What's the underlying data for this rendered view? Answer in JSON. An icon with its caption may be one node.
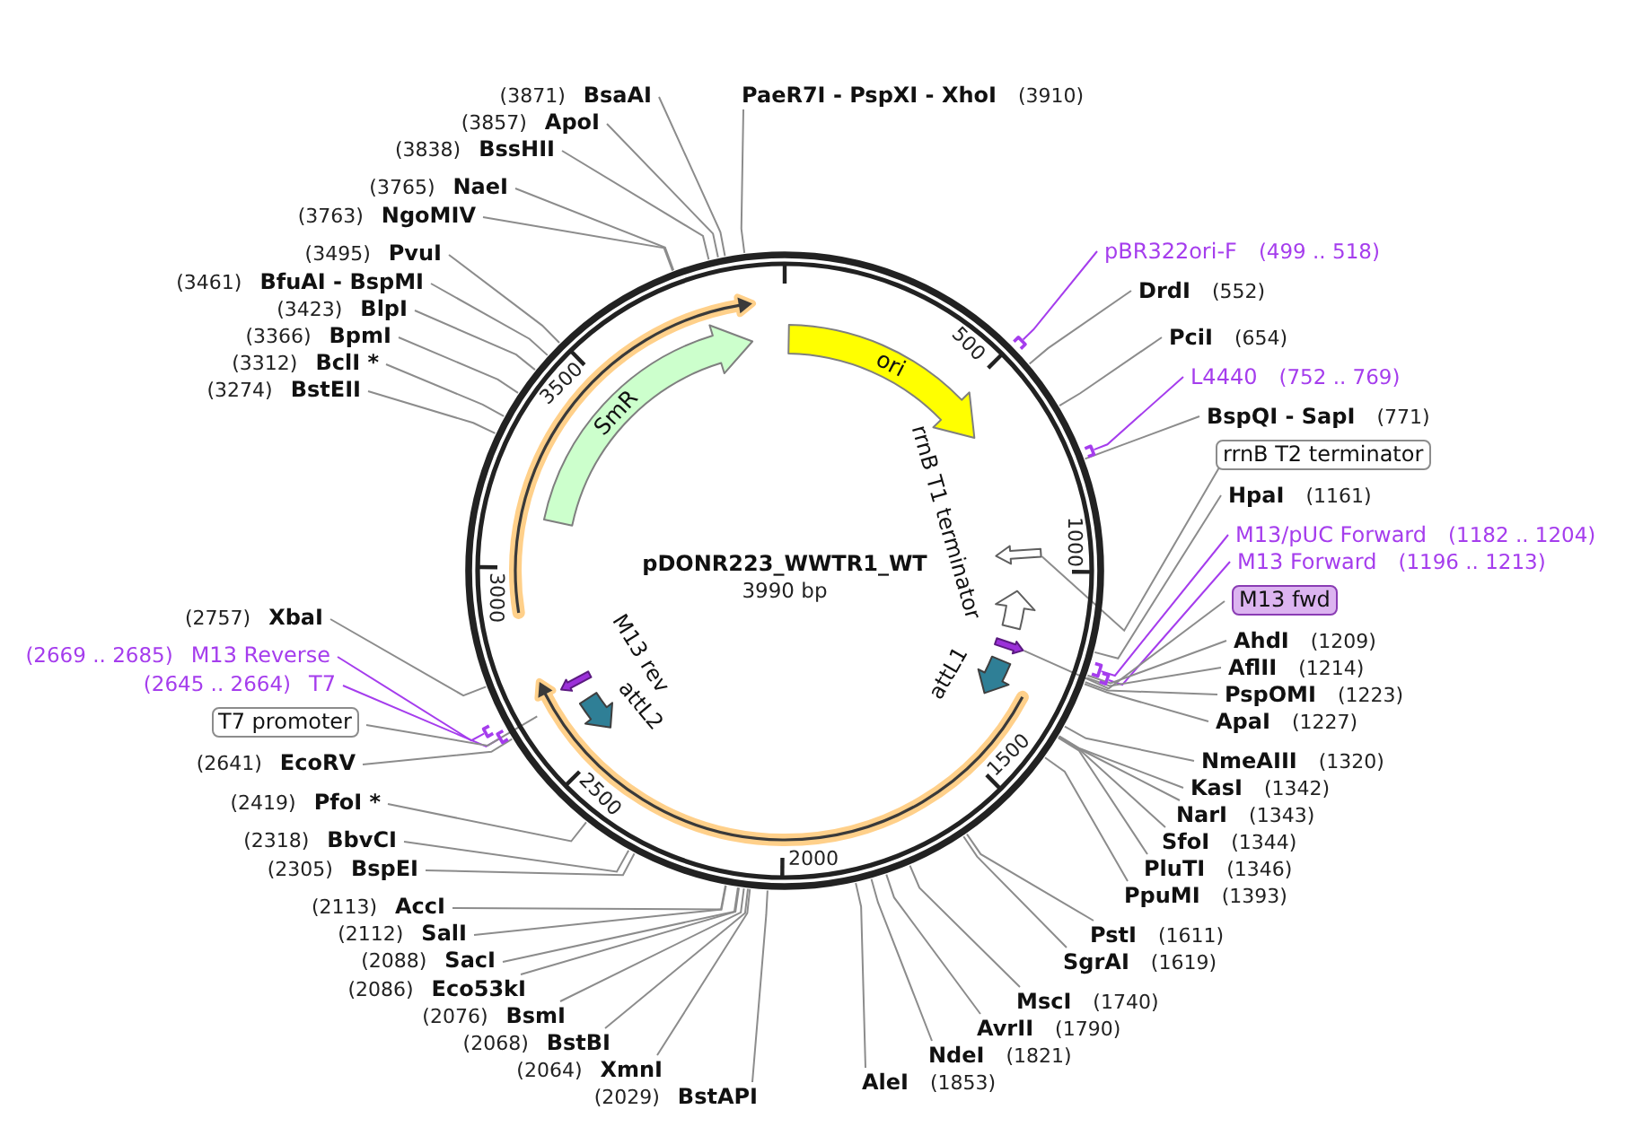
{
  "diagram": {
    "nodes": [
      {
        "text": [
          "pDONR223_WWTR1_WT",
          "3990 bp"
        ]
      },
      {
        "text": [
          "ori"
        ],
        "in": 0
      },
      {
        "text": [
          "rrnB T1 terminator"
        ],
        "in": 0
      },
      {
        "text": [],
        "shape": "arrow",
        "in": 0
      },
      {
        "text": [],
        "shape": "arrow",
        "in": 0
      },
      {
        "text": [
          "attL1"
        ],
        "in": 0
      },
      {
        "text": [
          "attL2"
        ],
        "in": 0
      },
      {
        "text": [
          "M13 rev"
        ],
        "in": 0
      },
      {
        "text": [
          "SmR"
        ],
        "in": 0
      },
      {
        "text": [
          "PaeR7I - PspXI - XhoI",
          "(3910)"
        ]
      },
      {
        "text": [
          "pBR322ori-F",
          "(499 .. 518)"
        ]
      },
      {
        "text": [
          "DrdI",
          "(552)"
        ]
      },
      {
        "text": [
          "PciI",
          "(654)"
        ]
      },
      {
        "text": [
          "L4440",
          "(752 .. 769)"
        ]
      },
      {
        "text": [
          "BspQI - SapI",
          "(771)"
        ]
      },
      {
        "text": [
          "rrnB T2 terminator"
        ]
      },
      {
        "text": [
          "HpaI",
          "(1161)"
        ]
      },
      {
        "text": [
          "M13/pUC Forward",
          "(1182 .. 1204)"
        ]
      },
      {
        "text": [
          "M13 Forward",
          "(1196 .. 1213)"
        ]
      },
      {
        "text": [
          "M13 fwd"
        ]
      },
      {
        "text": [
          "AhdI",
          "(1209)"
        ]
      },
      {
        "text": [
          "AflII",
          "(1214)"
        ]
      },
      {
        "text": [
          "PspOMI",
          "(1223)"
        ]
      },
      {
        "text": [
          "ApaI",
          "(1227)"
        ]
      },
      {
        "text": [
          "NmeAIII",
          "(1320)"
        ]
      },
      {
        "text": [
          "KasI",
          "(1342)"
        ]
      },
      {
        "text": [
          "NarI",
          "(1343)"
        ]
      },
      {
        "text": [
          "SfoI",
          "(1344)"
        ]
      },
      {
        "text": [
          "PluTI",
          "(1346)"
        ]
      },
      {
        "text": [
          "PpuMI",
          "(1393)"
        ]
      },
      {
        "text": [
          "PstI",
          "(1611)"
        ]
      },
      {
        "text": [
          "SgrAI",
          "(1619)"
        ]
      },
      {
        "text": [
          "MscI",
          "(1740)"
        ]
      },
      {
        "text": [
          "AvrII",
          "(1790)"
        ]
      },
      {
        "text": [
          "NdeI",
          "(1821)"
        ]
      },
      {
        "text": [
          "AleI",
          "(1853)"
        ]
      },
      {
        "text": [
          "(3871)",
          "BsaAI"
        ]
      },
      {
        "text": [
          "(3857)",
          "ApoI"
        ]
      },
      {
        "text": [
          "(3838)",
          "BssHII"
        ]
      },
      {
        "text": [
          "(3765)",
          "NaeI"
        ]
      },
      {
        "text": [
          "(3763)",
          "NgoMIV"
        ]
      },
      {
        "text": [
          "(3495)",
          "PvuI"
        ]
      },
      {
        "text": [
          "(3461)",
          "BfuAI - BspMI"
        ]
      },
      {
        "text": [
          "(3423)",
          "BlpI"
        ]
      },
      {
        "text": [
          "(3366)",
          "BpmI"
        ]
      },
      {
        "text": [
          "(3312)",
          "BclI *"
        ]
      },
      {
        "text": [
          "(3274)",
          "BstEII"
        ]
      },
      {
        "text": [
          "(2757)",
          "XbaI"
        ]
      },
      {
        "text": [
          "(2669 .. 2685)",
          "M13 Reverse"
        ]
      },
      {
        "text": [
          "(2645 .. 2664)",
          "T7"
        ]
      },
      {
        "text": [
          "T7 promoter"
        ]
      },
      {
        "text": [
          "(2641)",
          "EcoRV"
        ]
      },
      {
        "text": [
          "(2419)",
          "PfoI *"
        ]
      },
      {
        "text": [
          "(2318)",
          "BbvCI"
        ]
      },
      {
        "text": [
          "(2305)",
          "BspEI"
        ]
      },
      {
        "text": [
          "(2113)",
          "AccI"
        ]
      },
      {
        "text": [
          "(2112)",
          "SalI"
        ]
      },
      {
        "text": [
          "(2088)",
          "SacI"
        ]
      },
      {
        "text": [
          "(2086)",
          "Eco53kI"
        ]
      },
      {
        "text": [
          "(2076)",
          "BsmI"
        ]
      },
      {
        "text": [
          "(2068)",
          "BstBI"
        ]
      },
      {
        "text": [
          "(2064)",
          "XmnI"
        ]
      },
      {
        "text": [
          "(2029)",
          "BstAPI"
        ]
      },
      {
        "text": [],
        "shape": "bar"
      },
      {
        "text": [],
        "shape": "bar"
      },
      {
        "text": [],
        "shape": "bar"
      },
      {
        "text": [],
        "shape": "bar"
      },
      {
        "text": [],
        "shape": "bar"
      },
      {
        "text": [],
        "shape": "bar"
      }
    ],
    "edges": [
      {
        "from": 9,
        "to": 0,
        "arrow": "none"
      },
      {
        "from": 10,
        "to": 63,
        "arrow": "none",
        "color": "#a53ded"
      },
      {
        "from": 11,
        "to": 0,
        "arrow": "none"
      },
      {
        "from": 12,
        "to": 0,
        "arrow": "none"
      },
      {
        "from": 13,
        "to": 64,
        "arrow": "none",
        "color": "#a53ded"
      },
      {
        "from": 14,
        "to": 0,
        "arrow": "none"
      },
      {
        "from": 15,
        "to": 3,
        "arrow": "none"
      },
      {
        "from": 16,
        "to": 0,
        "arrow": "none"
      },
      {
        "from": 17,
        "to": 65,
        "arrow": "none",
        "color": "#a53ded"
      },
      {
        "from": 18,
        "to": 66,
        "arrow": "none",
        "color": "#a53ded"
      },
      {
        "from": 19,
        "to": 4,
        "arrow": "none"
      },
      {
        "from": 20,
        "to": 0,
        "arrow": "none"
      },
      {
        "from": 21,
        "to": 0,
        "arrow": "none"
      },
      {
        "from": 22,
        "to": 0,
        "arrow": "none"
      },
      {
        "from": 23,
        "to": 0,
        "arrow": "none"
      },
      {
        "from": 24,
        "to": 0,
        "arrow": "none"
      },
      {
        "from": 25,
        "to": 0,
        "arrow": "none"
      },
      {
        "from": 26,
        "to": 0,
        "arrow": "none"
      },
      {
        "from": 27,
        "to": 0,
        "arrow": "none"
      },
      {
        "from": 28,
        "to": 0,
        "arrow": "none"
      },
      {
        "from": 29,
        "to": 0,
        "arrow": "none"
      },
      {
        "from": 30,
        "to": 0,
        "arrow": "none"
      },
      {
        "from": 31,
        "to": 0,
        "arrow": "none"
      },
      {
        "from": 32,
        "to": 0,
        "arrow": "none"
      },
      {
        "from": 33,
        "to": 0,
        "arrow": "none"
      },
      {
        "from": 34,
        "to": 0,
        "arrow": "none"
      },
      {
        "from": 35,
        "to": 0,
        "arrow": "none"
      },
      {
        "from": 36,
        "to": 0,
        "arrow": "none"
      },
      {
        "from": 37,
        "to": 0,
        "arrow": "none"
      },
      {
        "from": 38,
        "to": 0,
        "arrow": "none"
      },
      {
        "from": 39,
        "to": 0,
        "arrow": "none"
      },
      {
        "from": 40,
        "to": 0,
        "arrow": "none"
      },
      {
        "from": 41,
        "to": 0,
        "arrow": "none"
      },
      {
        "from": 42,
        "to": 0,
        "arrow": "none"
      },
      {
        "from": 43,
        "to": 0,
        "arrow": "none"
      },
      {
        "from": 44,
        "to": 0,
        "arrow": "none"
      },
      {
        "from": 45,
        "to": 0,
        "arrow": "none"
      },
      {
        "from": 46,
        "to": 0,
        "arrow": "none"
      },
      {
        "from": 47,
        "to": 0,
        "arrow": "none"
      },
      {
        "from": 48,
        "to": 67,
        "arrow": "none",
        "color": "#a53ded"
      },
      {
        "from": 49,
        "to": 68,
        "arrow": "none",
        "color": "#a53ded"
      },
      {
        "from": 50,
        "to": null,
        "arrow": "none"
      },
      {
        "from": 51,
        "to": 0,
        "arrow": "none"
      },
      {
        "from": 52,
        "to": 0,
        "arrow": "none"
      },
      {
        "from": 53,
        "to": 0,
        "arrow": "none"
      },
      {
        "from": 54,
        "to": 0,
        "arrow": "none"
      },
      {
        "from": 55,
        "to": 0,
        "arrow": "none"
      },
      {
        "from": 56,
        "to": 0,
        "arrow": "none"
      },
      {
        "from": 57,
        "to": 0,
        "arrow": "none"
      },
      {
        "from": 58,
        "to": 0,
        "arrow": "none"
      },
      {
        "from": 59,
        "to": 0,
        "arrow": "none"
      },
      {
        "from": 60,
        "to": 0,
        "arrow": "none"
      },
      {
        "from": 61,
        "to": 0,
        "arrow": "none"
      },
      {
        "from": 62,
        "to": 0,
        "arrow": "none"
      }
    ],
    "labels": [
      "500",
      "1000",
      "1500",
      "2000",
      "2500",
      "3000",
      "3500"
    ]
  }
}
